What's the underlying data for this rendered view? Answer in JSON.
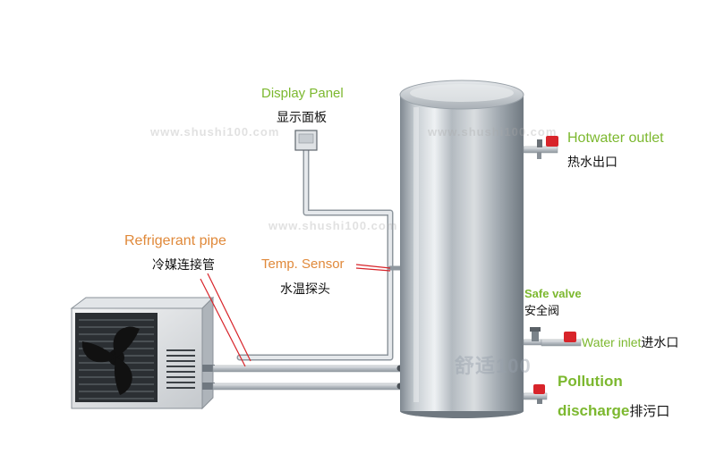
{
  "labels": {
    "display_panel": {
      "en": "Display Panel",
      "zh": "显示面板"
    },
    "hotwater_outlet": {
      "en": "Hotwater outlet",
      "zh": "热水出口"
    },
    "refrigerant_pipe": {
      "en": "Refrigerant pipe",
      "zh": "冷媒连接管"
    },
    "temp_sensor": {
      "en": "Temp. Sensor",
      "zh": "水温探头"
    },
    "safe_valve": {
      "en": "Safe valve",
      "zh": "安全阀"
    },
    "water_inlet": {
      "en": "Water inlet",
      "zh": "进水口"
    },
    "pollution_discharge": {
      "en_line1": "Pollution",
      "en_line2": "discharge",
      "zh": "排污口"
    }
  },
  "watermark": {
    "text": "www.shushi100.com",
    "brand": "舒适100"
  },
  "colors": {
    "label_green": "#7cb82f",
    "label_orange": "#e0893a",
    "valve_red": "#d8242a",
    "pipe": "#c9ced3",
    "tank": "#a7b0b8"
  }
}
